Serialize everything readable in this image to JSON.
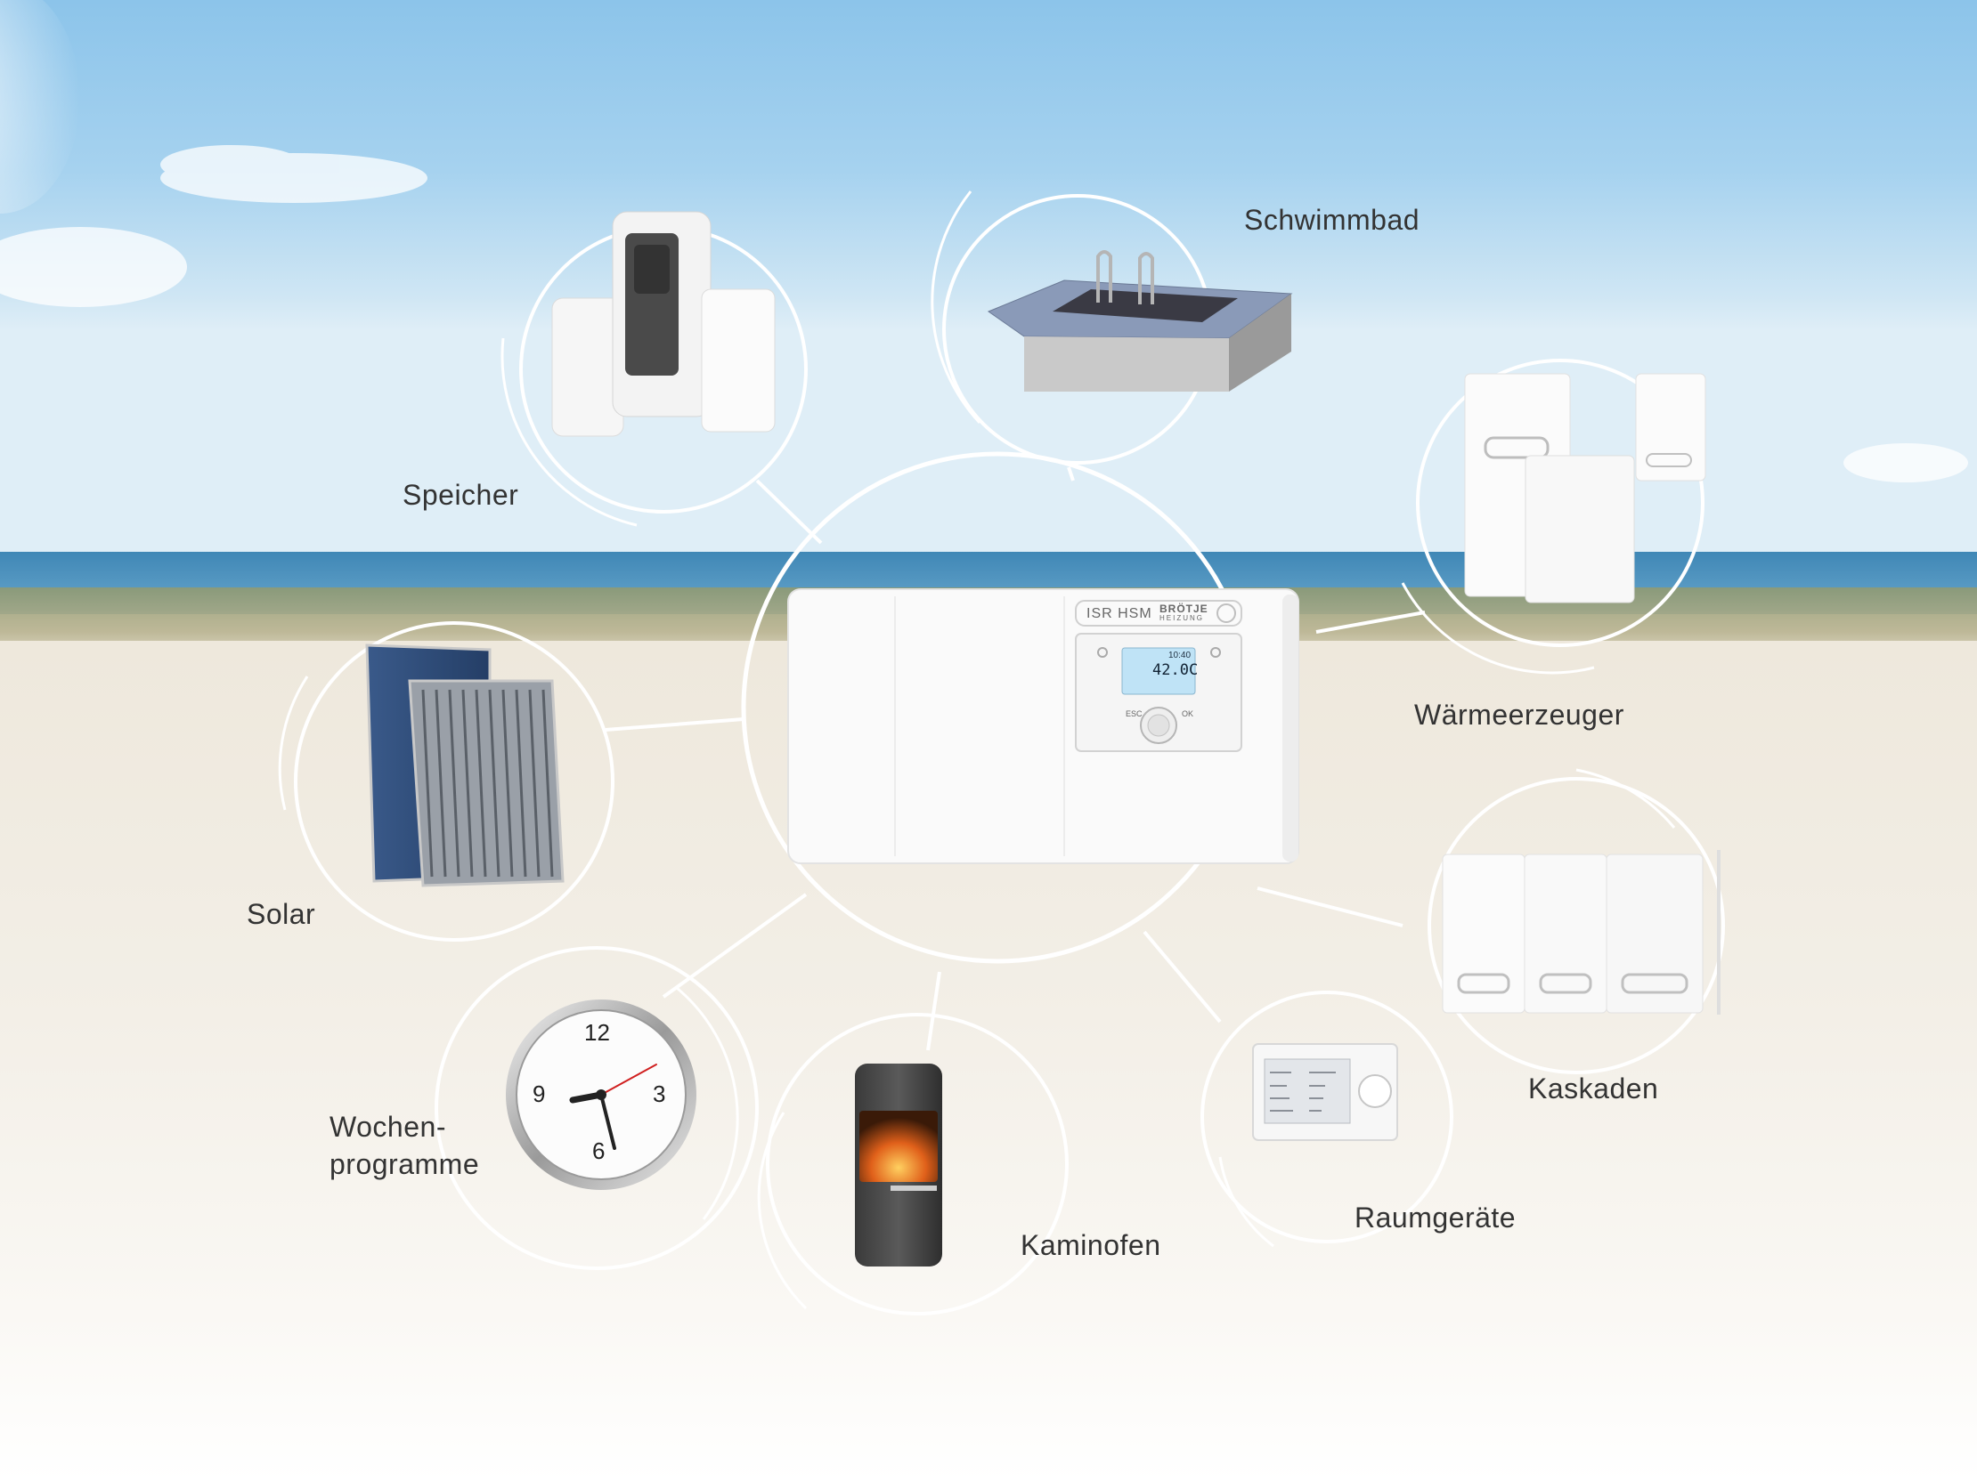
{
  "center": {
    "product_name": "ISR HSM",
    "brand": "BRÖTJE",
    "brand_sub": "HEIZUNG",
    "display_time": "10:40",
    "display_temp": "42.0C",
    "button_esc": "ESC",
    "button_ok": "OK"
  },
  "nodes": {
    "speicher": "Speicher",
    "schwimmbad": "Schwimmbad",
    "waermeerzeuger": "Wärmeerzeuger",
    "solar": "Solar",
    "kaskaden": "Kaskaden",
    "wochen_line1": "Wochen-",
    "wochen_line2": "programme",
    "kaminofen": "Kaminofen",
    "raumgeraete": "Raumgeräte"
  },
  "clock": {
    "n12": "12",
    "n3": "3",
    "n6": "6",
    "n9": "9"
  },
  "colors": {
    "line": "#ffffff",
    "sky": "#a6d2ef",
    "sea": "#4a8fbc",
    "sand": "#f3efe7",
    "label": "#333333"
  }
}
